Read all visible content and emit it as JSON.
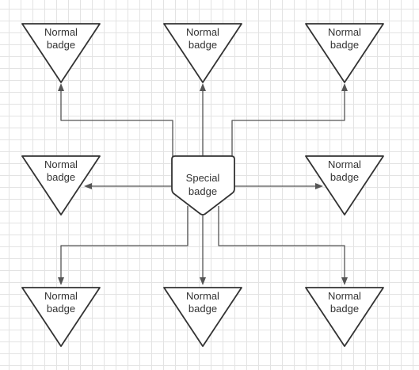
{
  "colors": {
    "background": "#ffffff",
    "grid": "#e3e3e3",
    "node_stroke": "#333333",
    "node_fill": "#ffffff",
    "edge": "#555555",
    "text": "#333333"
  },
  "diagram": {
    "center": {
      "line1": "Special",
      "line2": "badge"
    },
    "nodes": [
      {
        "line1": "Normal",
        "line2": "badge"
      },
      {
        "line1": "Normal",
        "line2": "badge"
      },
      {
        "line1": "Normal",
        "line2": "badge"
      },
      {
        "line1": "Normal",
        "line2": "badge"
      },
      {
        "line1": "Normal",
        "line2": "badge"
      },
      {
        "line1": "Normal",
        "line2": "badge"
      },
      {
        "line1": "Normal",
        "line2": "badge"
      },
      {
        "line1": "Normal",
        "line2": "badge"
      }
    ]
  }
}
